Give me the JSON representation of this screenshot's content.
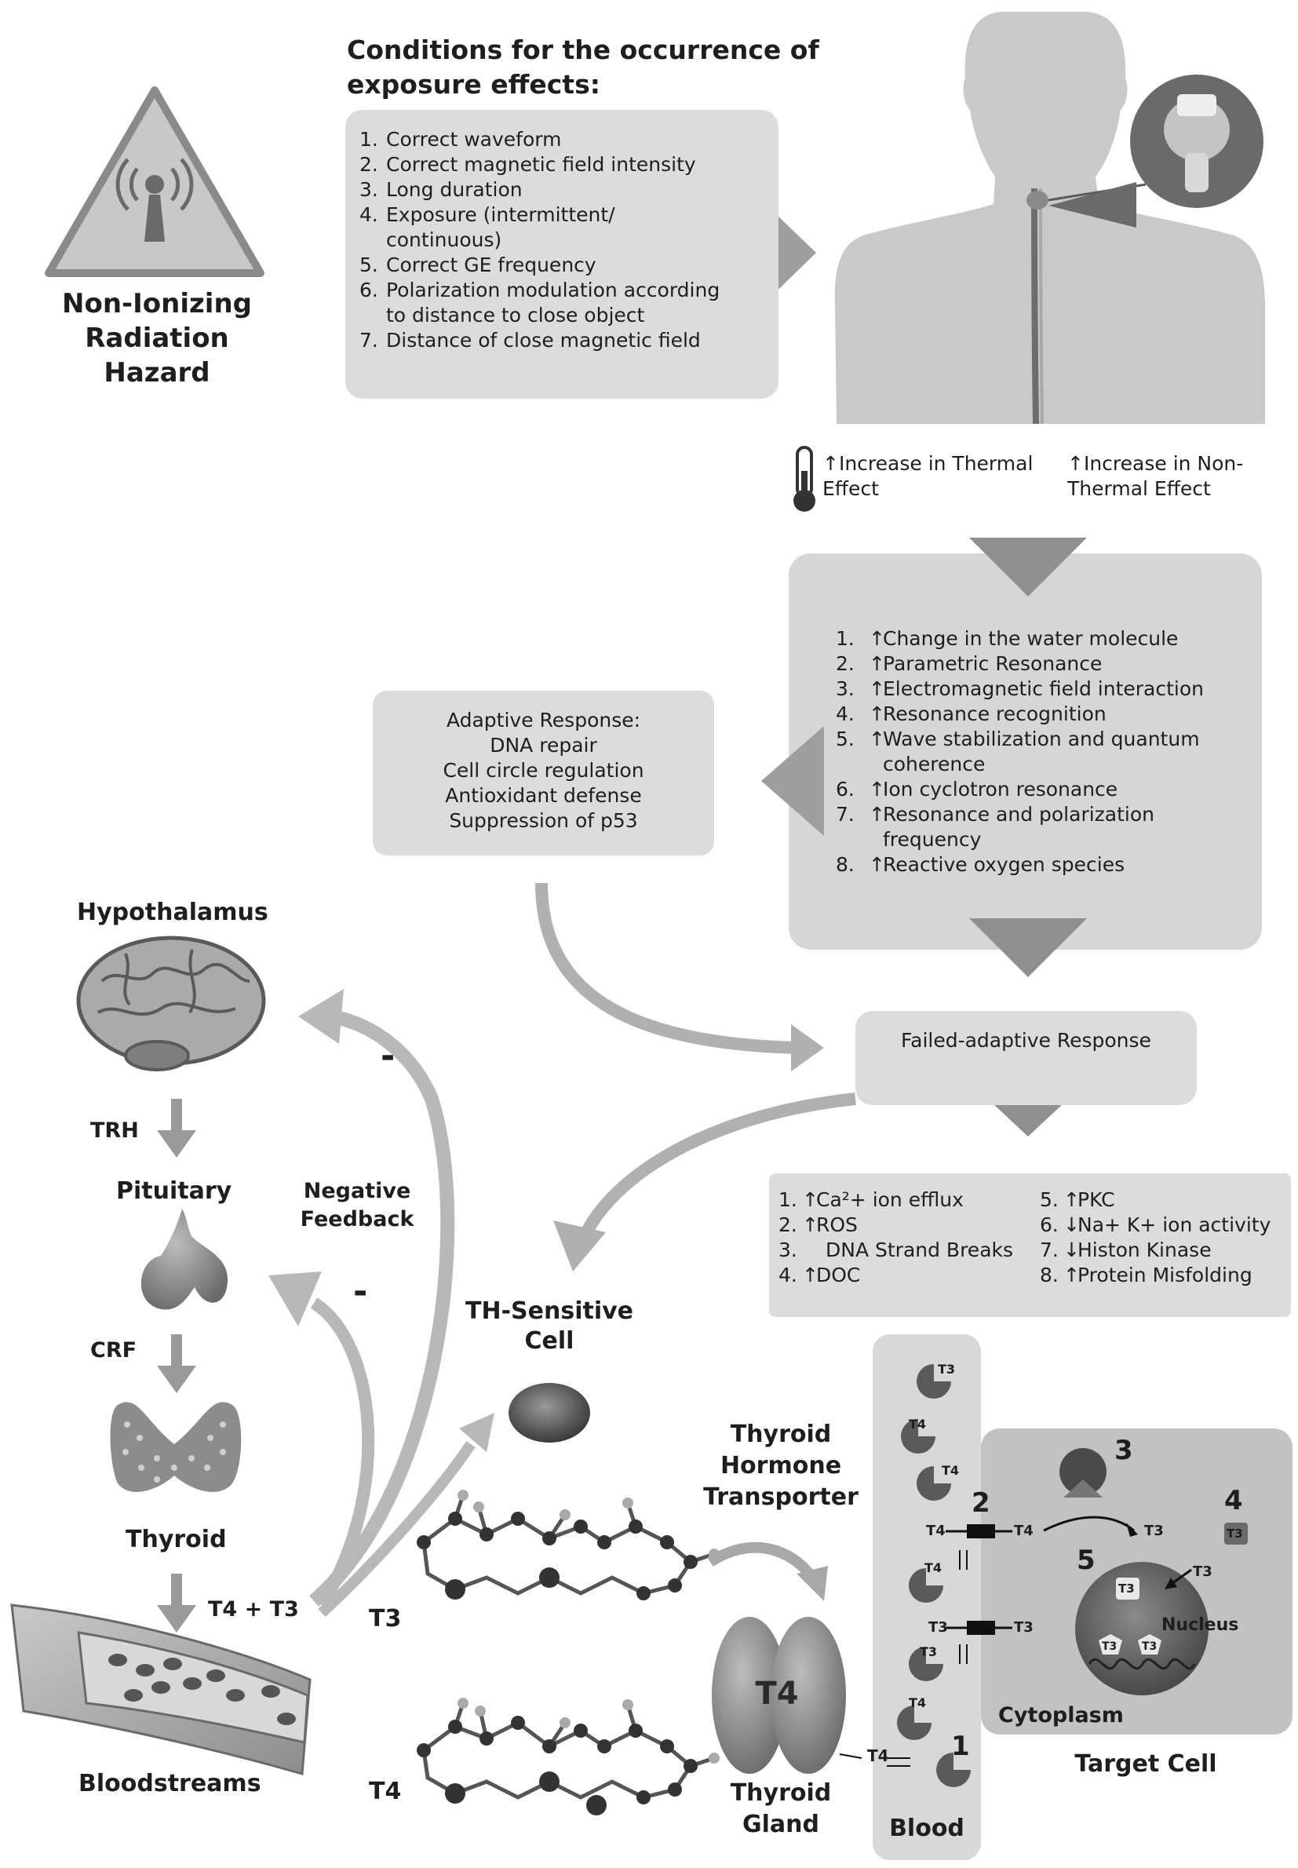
{
  "hazard": {
    "label": "Non-Ionizing Radiation Hazard"
  },
  "conditions": {
    "heading": "Conditions for the occurrence of exposure effects:",
    "items": [
      "Correct waveform",
      "Correct magnetic field intensity",
      "Long duration",
      "Exposure (intermittent/ continuous)",
      "Correct GE frequency",
      "Polarization modulation according to distance to close object",
      "Distance of close magnetic field"
    ]
  },
  "effects": {
    "thermal": "Increase in Thermal Effect",
    "nonthermal": "Increase in Non-Thermal Effect"
  },
  "mechanisms": {
    "items": [
      "Change in the water molecule",
      "Parametric Resonance",
      "Electromagnetic field interaction",
      "Resonance recognition",
      "Wave stabilization and quantum coherence",
      "Ion cyclotron resonance",
      "Resonance and polarization frequency",
      "Reactive oxygen species"
    ]
  },
  "adaptive": {
    "lines": [
      "Adaptive Response:",
      "DNA repair",
      "Cell circle regulation",
      "Antioxidant defense",
      "Suppression of p53"
    ]
  },
  "failed": {
    "label": "Failed-adaptive Response"
  },
  "outcomes": {
    "left": [
      {
        "n": "1.",
        "arrow": "↑",
        "text": "Ca²+ ion efflux"
      },
      {
        "n": "2.",
        "arrow": "↑",
        "text": "ROS"
      },
      {
        "n": "3.",
        "arrow": "",
        "text": "DNA Strand Breaks"
      },
      {
        "n": "4.",
        "arrow": "↑",
        "text": "DOC"
      }
    ],
    "right": [
      {
        "n": "5.",
        "arrow": "↑",
        "text": "PKC"
      },
      {
        "n": "6.",
        "arrow": "↓",
        "text": "Na+ K+ ion activity"
      },
      {
        "n": "7.",
        "arrow": "↓",
        "text": "Histon Kinase"
      },
      {
        "n": "8.",
        "arrow": "↑",
        "text": "Protein Misfolding"
      }
    ]
  },
  "axis": {
    "hypothalamus": "Hypothalamus",
    "trh": "TRH",
    "pituitary": "Pituitary",
    "crf": "CRF",
    "thyroid": "Thyroid",
    "t4t3": "T4 + T3",
    "bloodstreams": "Bloodstreams",
    "negative_feedback": "Negative Feedback",
    "minus": "-"
  },
  "cell": {
    "th_sensitive": "TH-Sensitive Cell"
  },
  "molecules": {
    "t3": "T3",
    "t4": "T4"
  },
  "transport": {
    "transporter_label": "Thyroid Hormone Transporter",
    "gland_label": "Thyroid Gland",
    "gland_t4": "T4",
    "blood_label": "Blood",
    "target_label": "Target Cell",
    "cytoplasm": "Cytoplasm",
    "nucleus": "Nucleus",
    "t3": "T3",
    "t4": "T4",
    "n1": "1",
    "n2": "2",
    "n3": "3",
    "n4": "4",
    "n5": "5"
  }
}
